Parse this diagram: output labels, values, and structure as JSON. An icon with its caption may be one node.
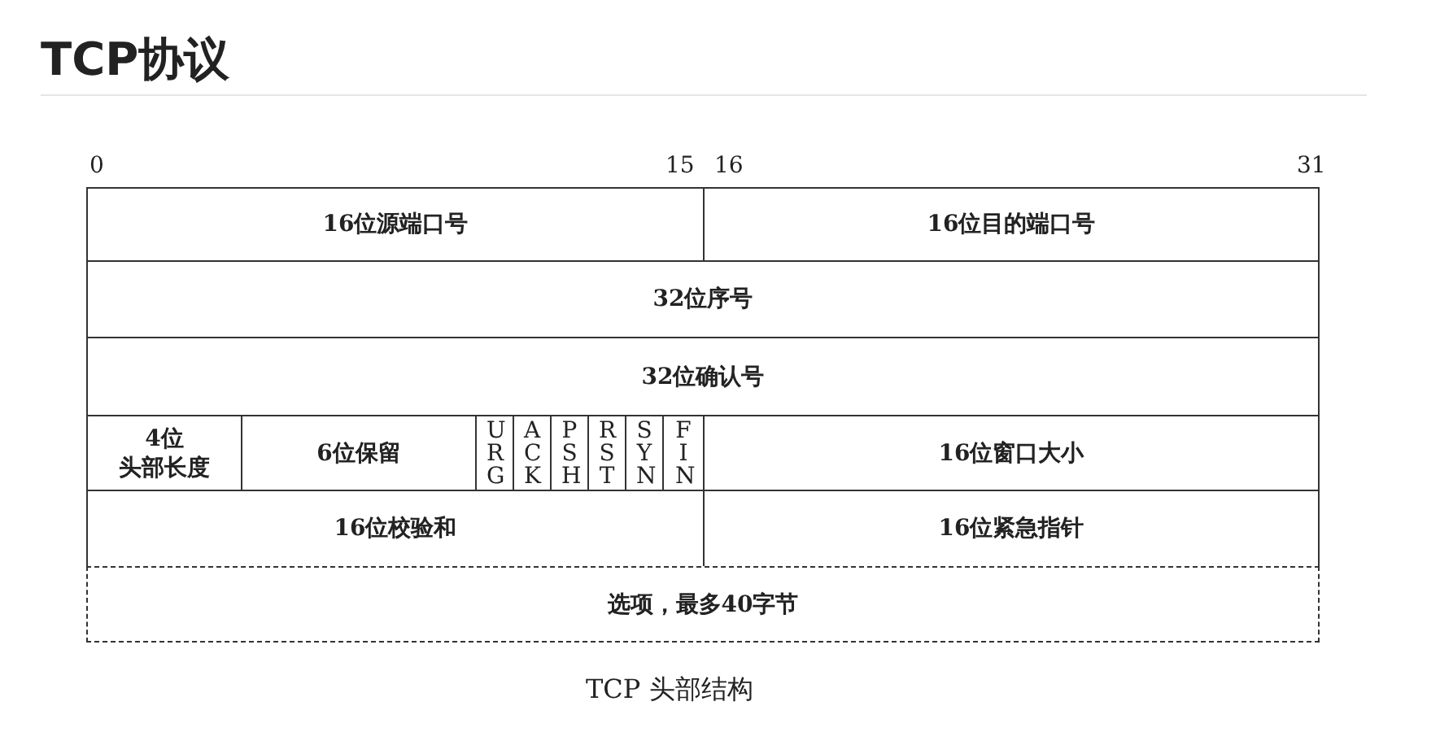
{
  "diagram": {
    "title": "TCP协议",
    "caption": "TCP 头部结构",
    "nodes": [
      {
        "text": [
          "16位源端口号"
        ]
      },
      {
        "text": [
          "16位目的端口号"
        ]
      },
      {
        "text": [
          "32位序号"
        ]
      },
      {
        "text": [
          "32位确认号"
        ]
      },
      {
        "text": [
          "4位头部长度"
        ]
      },
      {
        "text": [
          "6位保留"
        ]
      },
      {
        "text": [
          "URG"
        ]
      },
      {
        "text": [
          "ACK"
        ]
      },
      {
        "text": [
          "PSH"
        ]
      },
      {
        "text": [
          "RST"
        ]
      },
      {
        "text": [
          "SYN"
        ]
      },
      {
        "text": [
          "FIN"
        ]
      },
      {
        "text": [
          "16位窗口大小"
        ]
      },
      {
        "text": [
          "16位校验和"
        ]
      },
      {
        "text": [
          "16位紧急指针"
        ]
      },
      {
        "text": [
          "选项，最多40字节"
        ]
      }
    ],
    "labels": [
      "0",
      "15",
      "16",
      "31"
    ]
  }
}
